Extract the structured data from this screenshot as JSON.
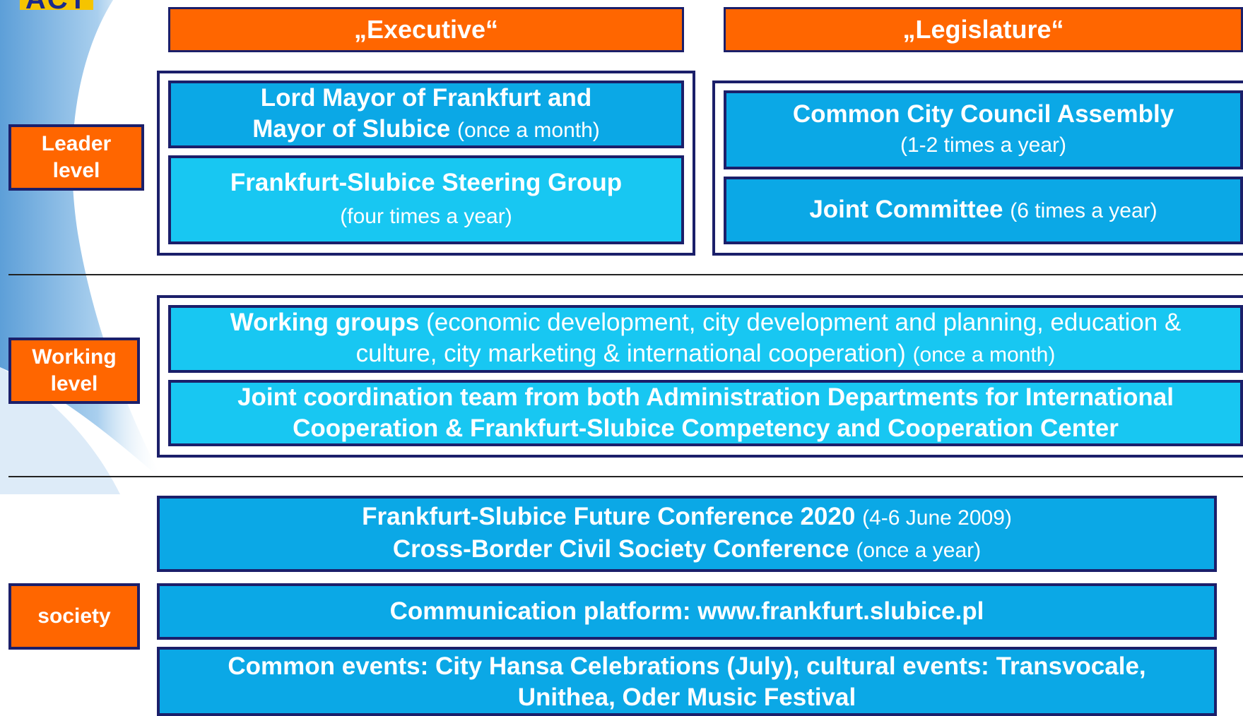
{
  "logo_text": "ACT",
  "headers": {
    "executive": "„Executive“",
    "legislature": "„Legislature“"
  },
  "levels": {
    "leader": [
      "Leader",
      "level"
    ],
    "working": [
      "Working",
      "level"
    ],
    "society": "society"
  },
  "executive": {
    "mayors": {
      "line1": "Lord Mayor of Frankfurt and",
      "line2_bold": "Mayor of Slubice",
      "line2_note": "(once a month)"
    },
    "steering": {
      "title": "Frankfurt-Slubice Steering Group",
      "note": "(four times a year)"
    }
  },
  "legislature": {
    "assembly": {
      "title": "Common City Council Assembly",
      "note": "(1-2 times a year)"
    },
    "committee": {
      "title": "Joint Committee",
      "note": "(6 times a year)"
    }
  },
  "working": {
    "groups": {
      "bold": "Working groups",
      "text1": "(economic development, city development and planning, education &",
      "text2": "culture, city marketing & international cooperation)",
      "note": "(once a month)"
    },
    "coordination": {
      "line1": "Joint coordination team from both Administration Departments for International",
      "line2": "Cooperation & Frankfurt-Slubice Competency and Cooperation Center"
    }
  },
  "society": {
    "conference": {
      "title1": "Frankfurt-Slubice Future Conference 2020",
      "note1": "(4-6 June 2009)",
      "title2": "Cross-Border Civil Society Conference",
      "note2": "(once a year)"
    },
    "platform": "Communication platform: www.frankfurt.slubice.pl",
    "events": {
      "line1": "Common events: City Hansa Celebrations (July), cultural events: Transvocale,",
      "line2": "Unithea, Oder Music Festival"
    }
  },
  "colors": {
    "orange": "#ff6600",
    "navy": "#1b1f6a",
    "blue": "#0ba8e6",
    "light_blue": "#18c7f2"
  }
}
